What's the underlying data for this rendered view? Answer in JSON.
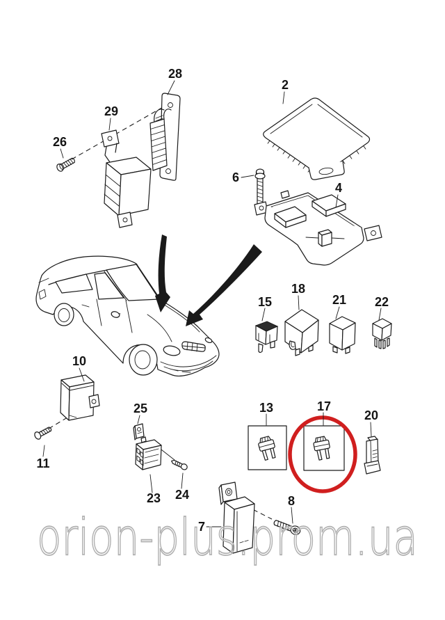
{
  "diagram": {
    "kind": "exploded-parts-line-drawing",
    "highlighted_callout": "17"
  },
  "colors": {
    "line": "#1a1a1a",
    "highlight": "#d01f1f",
    "watermark": "#b0b0b0",
    "background": "#ffffff"
  },
  "watermark": {
    "text": "orion-plus.prom.ua"
  },
  "callouts": [
    {
      "label": "2"
    },
    {
      "label": "4"
    },
    {
      "label": "6"
    },
    {
      "label": "7"
    },
    {
      "label": "8"
    },
    {
      "label": "10"
    },
    {
      "label": "11"
    },
    {
      "label": "13"
    },
    {
      "label": "15"
    },
    {
      "label": "17"
    },
    {
      "label": "18"
    },
    {
      "label": "20"
    },
    {
      "label": "21"
    },
    {
      "label": "22"
    },
    {
      "label": "23"
    },
    {
      "label": "24"
    },
    {
      "label": "25"
    },
    {
      "label": "26"
    },
    {
      "label": "28"
    },
    {
      "label": "29"
    }
  ]
}
